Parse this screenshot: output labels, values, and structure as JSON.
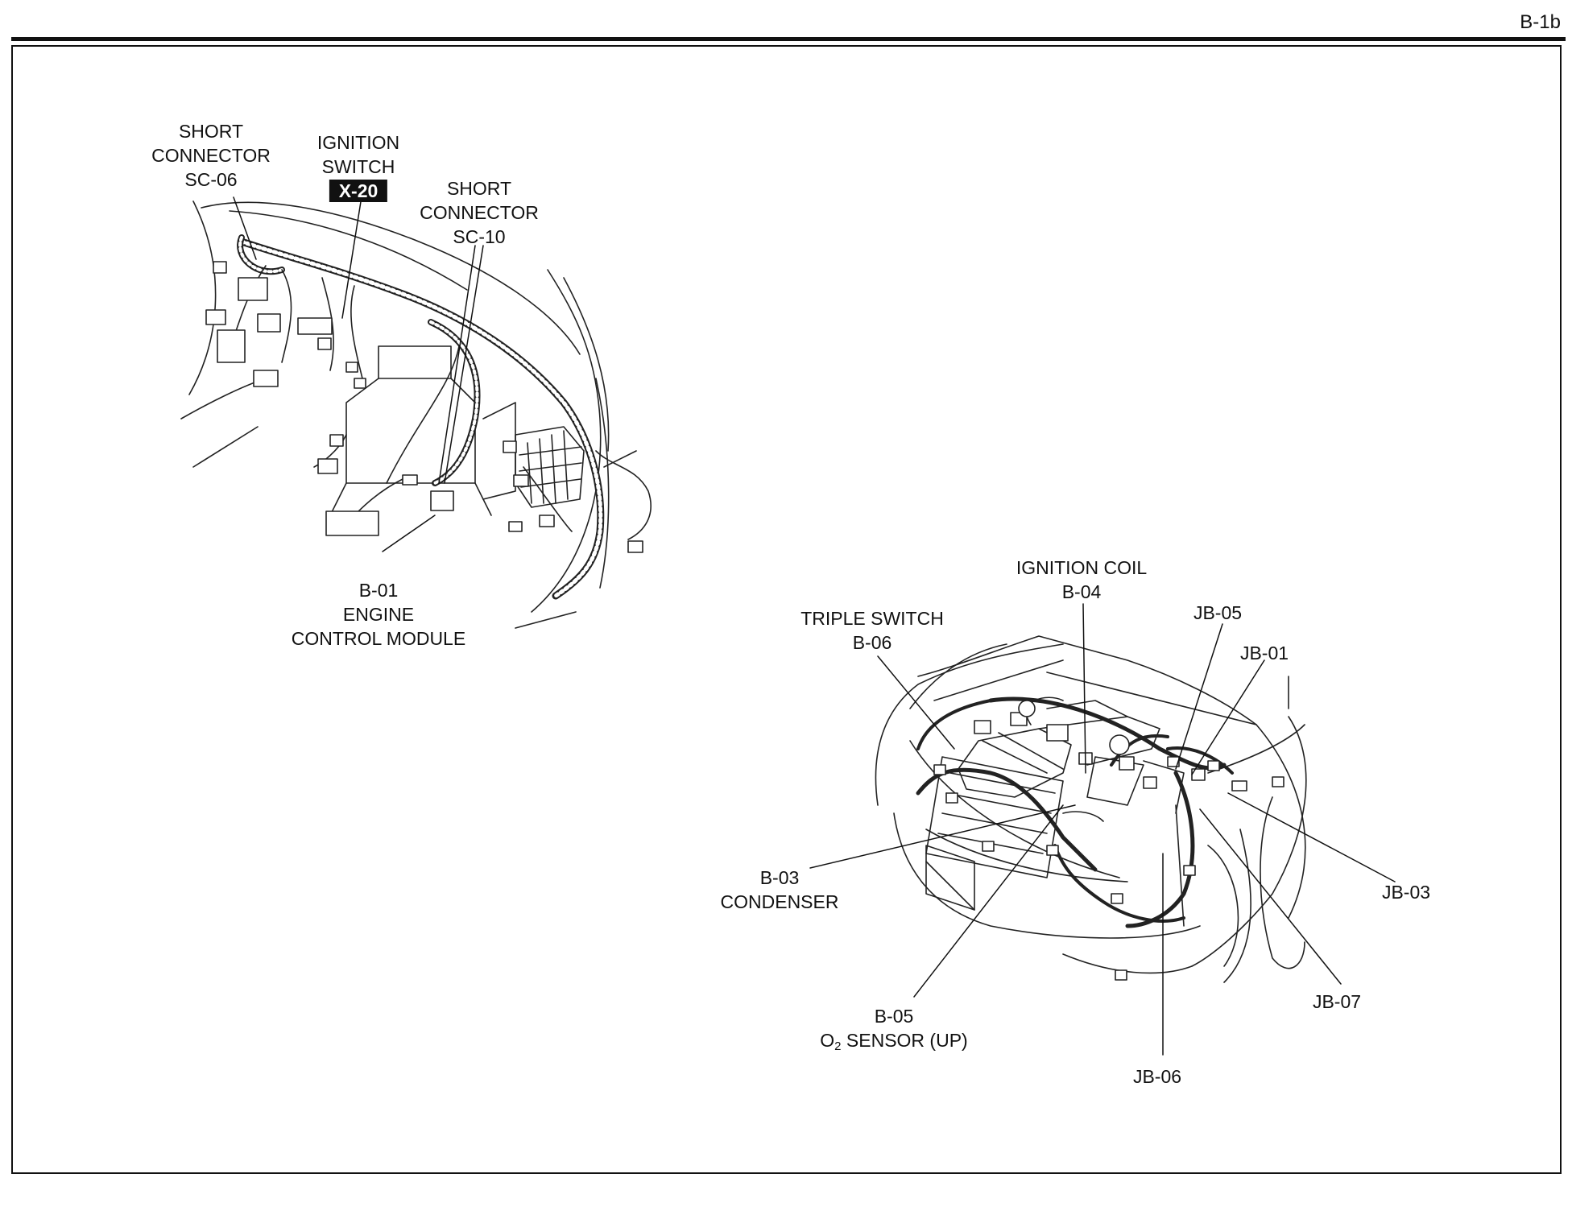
{
  "page_id": "B-1b",
  "labels": {
    "sc06": {
      "l1": "SHORT",
      "l2": "CONNECTOR",
      "l3": "SC-06"
    },
    "ign_switch": {
      "l1": "IGNITION",
      "l2": "SWITCH",
      "code": "X-20"
    },
    "sc10": {
      "l1": "SHORT",
      "l2": "CONNECTOR",
      "l3": "SC-10"
    },
    "b01": {
      "code": "B-01",
      "l1": "ENGINE",
      "l2": "CONTROL MODULE"
    },
    "b04": {
      "l1": "IGNITION COIL",
      "code": "B-04"
    },
    "b06": {
      "l1": "TRIPLE  SWITCH",
      "code": "B-06"
    },
    "jb05": {
      "code": "JB-05"
    },
    "jb01": {
      "code": "JB-01"
    },
    "b03": {
      "code": "B-03",
      "l1": "CONDENSER"
    },
    "jb03": {
      "code": "JB-03"
    },
    "jb07": {
      "code": "JB-07"
    },
    "b05": {
      "code": "B-05",
      "pre": "O",
      "sub": "2",
      "post": " SENSOR (UP)"
    },
    "jb06": {
      "code": "JB-06"
    }
  }
}
